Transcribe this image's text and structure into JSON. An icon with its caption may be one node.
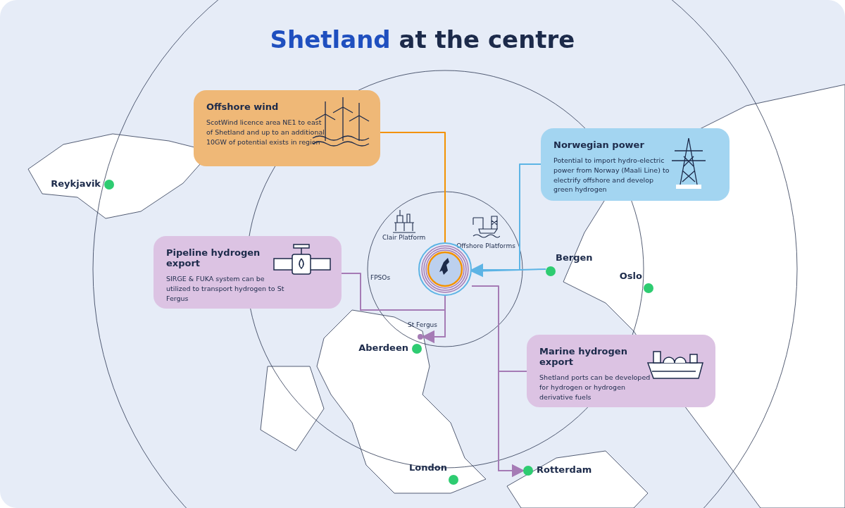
{
  "diagram": {
    "title": "Shetland at the centre",
    "nodes": [
      {
        "text": [
          "Offshore wind",
          "ScotWind licence area NE1 to east of Shetland and up to an additional 10GW of potential exists in region"
        ]
      },
      {
        "text": [
          "Norwegian power",
          "Potential to import hydro-electric power from Norway (Maali Line) to electrify offshore and develop green hydrogen"
        ]
      },
      {
        "text": [
          "Pipeline hydrogen export",
          "SIRGE & FUKA system can be utilized to transport hydrogen to St Fergus"
        ]
      },
      {
        "text": [
          "Marine hydrogen export",
          "Shetland ports can be developed for hydrogen or hydrogen derivative fuels"
        ]
      },
      {
        "text": [],
        "shape": "circle"
      },
      {
        "text": [
          "St Fergus"
        ]
      },
      {
        "text": [
          "Bergen"
        ]
      },
      {
        "text": [
          "Rotterdam"
        ]
      },
      {
        "text": [
          "Reykjavik"
        ]
      },
      {
        "text": [
          "Oslo"
        ]
      },
      {
        "text": [
          "Aberdeen"
        ]
      },
      {
        "text": [
          "London"
        ]
      }
    ],
    "edges": [
      {
        "from": 0,
        "to": 4,
        "arrow": "none",
        "color": "#f39200"
      },
      {
        "from": 6,
        "to": 4,
        "arrow": "to",
        "color": "#5db4e5"
      },
      {
        "from": 1,
        "to": 4,
        "arrow": "to",
        "color": "#5db4e5"
      },
      {
        "from": 4,
        "to": 5,
        "arrow": "to"
      },
      {
        "from": 2,
        "to": 5,
        "arrow": "to"
      },
      {
        "from": 4,
        "to": 7,
        "arrow": "to"
      },
      {
        "from": 3,
        "to": 7,
        "arrow": "to"
      }
    ],
    "labels": [
      "Clair Platform",
      "Offshore Platforms",
      "FPSOs"
    ]
  }
}
